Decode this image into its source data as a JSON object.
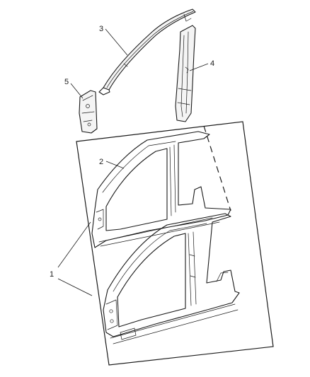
{
  "callouts": {
    "c1": "1",
    "c2": "2",
    "c3": "3",
    "c4": "4",
    "c5": "5"
  },
  "colors": {
    "line": "#1a1a1a",
    "background": "#ffffff"
  }
}
